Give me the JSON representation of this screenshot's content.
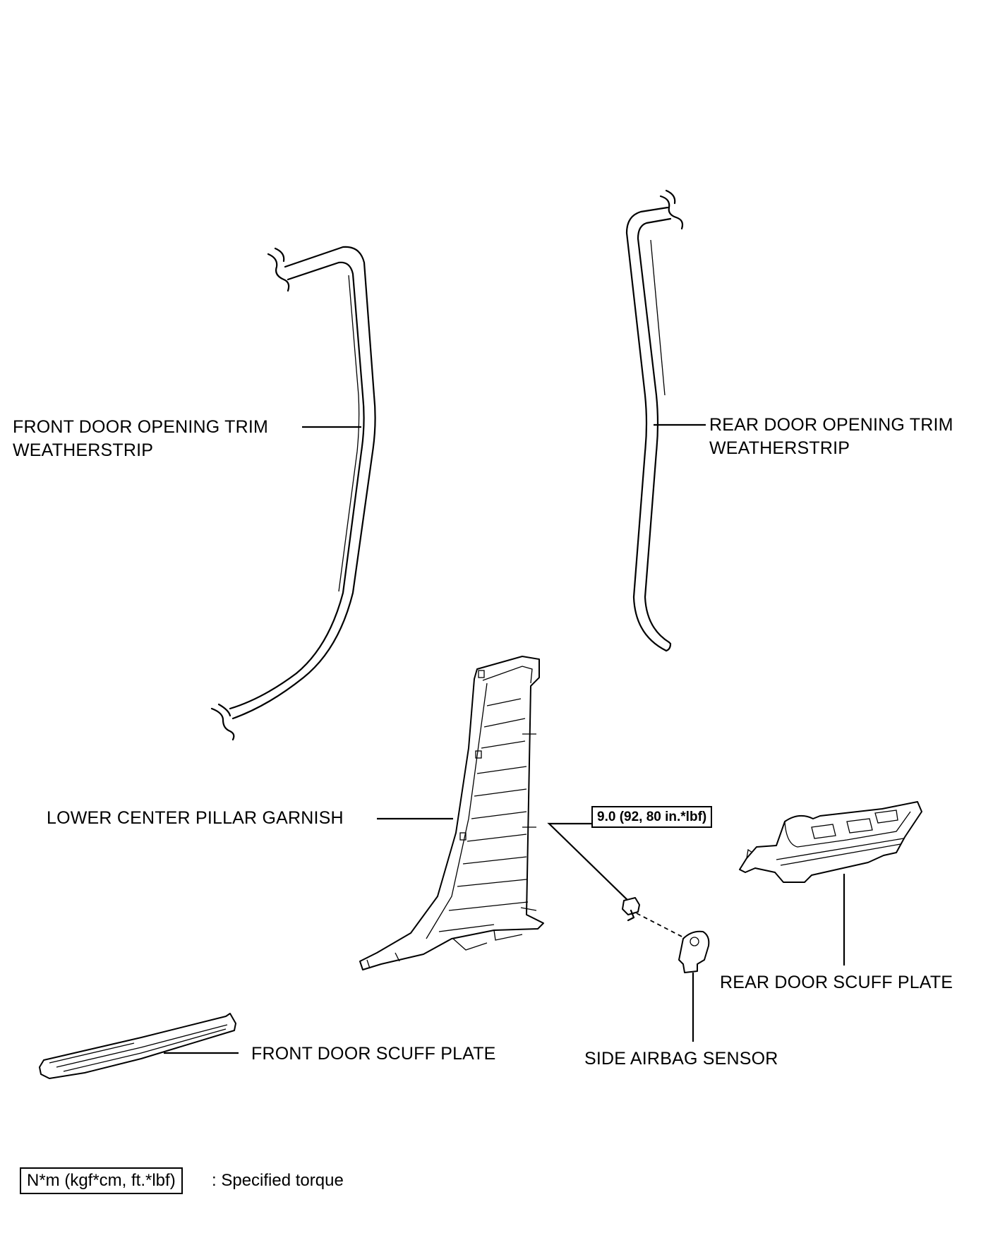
{
  "labels": {
    "front_weatherstrip_line1": "FRONT DOOR OPENING TRIM",
    "front_weatherstrip_line2": "WEATHERSTRIP",
    "rear_weatherstrip_line1": "REAR DOOR OPENING TRIM",
    "rear_weatherstrip_line2": "WEATHERSTRIP",
    "lower_center_pillar_garnish": "LOWER CENTER PILLAR GARNISH",
    "rear_door_scuff_plate": "REAR DOOR SCUFF PLATE",
    "front_door_scuff_plate": "FRONT DOOR SCUFF PLATE",
    "side_airbag_sensor": "SIDE AIRBAG SENSOR"
  },
  "torque": {
    "bolt_value": "9.0 (92, 80 in.*lbf)"
  },
  "legend": {
    "unit_box": "N*m (kgf*cm, ft.*lbf)",
    "description": ": Specified torque"
  }
}
